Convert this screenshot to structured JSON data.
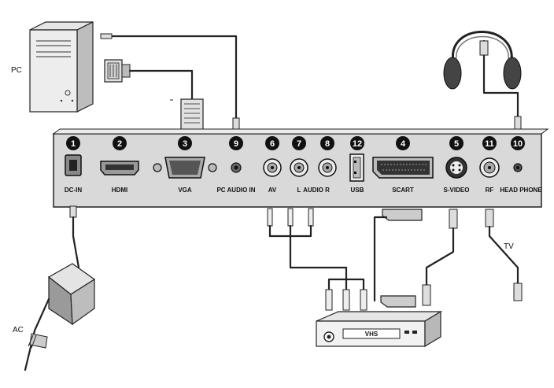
{
  "devices": {
    "pc": "PC",
    "ac": "AC",
    "tv": "TV",
    "vhs": "VHS"
  },
  "ports": [
    {
      "num": "1",
      "label": "DC-IN"
    },
    {
      "num": "2",
      "label": "HDMI"
    },
    {
      "num": "3",
      "label": "VGA"
    },
    {
      "num": "9",
      "label": "PC AUDIO IN"
    },
    {
      "num": "6",
      "label": "AV"
    },
    {
      "num": "7",
      "label": "L"
    },
    {
      "num": "8",
      "label": "R"
    },
    {
      "num": "12",
      "label": "USB"
    },
    {
      "num": "4",
      "label": "SCART"
    },
    {
      "num": "5",
      "label": "S-VIDEO"
    },
    {
      "num": "11",
      "label": "RF"
    },
    {
      "num": "10",
      "label": "HEAD PHONE"
    }
  ],
  "audio_label": "AUDIO",
  "colors": {
    "panel": "#d9d9d9",
    "badge": "#111111",
    "stroke": "#222222"
  }
}
